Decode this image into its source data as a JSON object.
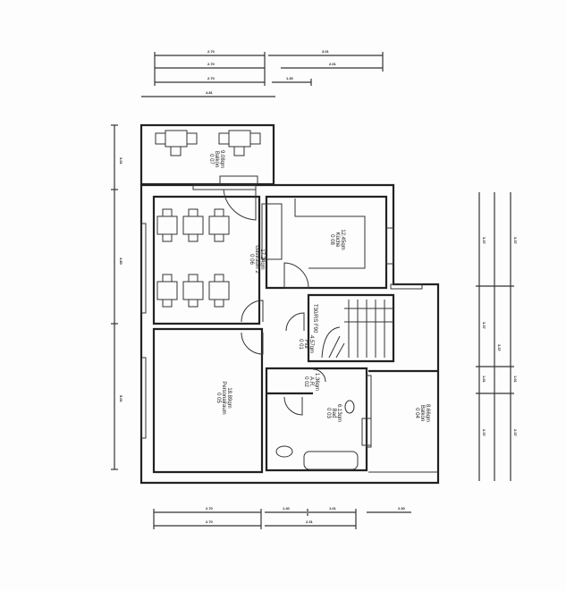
{
  "rooms": [
    {
      "id": "0 07",
      "name": "Balkon",
      "area": "9.08qm"
    },
    {
      "id": "0 06",
      "name": "Gastraum 2",
      "area": "17.24qm"
    },
    {
      "id": "0 08",
      "name": "Küche",
      "area": "12.45qm"
    },
    {
      "id": "0 01",
      "name": "Flur",
      "area": "4.57qm"
    },
    {
      "id": "0 02",
      "name": "A.R.",
      "area": "1.36qm"
    },
    {
      "id": "0 03",
      "name": "Bad",
      "area": "6.13qm"
    },
    {
      "id": "0 04",
      "name": "Balkon",
      "area": "8.66qm"
    },
    {
      "id": "0 05",
      "name": "Personalraum",
      "area": "18.89qm"
    }
  ],
  "door_label": "T30/RS F90",
  "dimensions": {
    "top": [
      "2.70",
      "3.01",
      "2.70",
      "2.01",
      "2.70",
      "1.30",
      "4.81"
    ],
    "bottom": [
      "2.70",
      "1.40",
      "1.01",
      "2.30",
      "2.70",
      "2.31"
    ],
    "left": [
      "3.01",
      "4.80",
      "5.01"
    ],
    "right": [
      "3.37",
      "3.37",
      "3.37",
      "3.37",
      "1.01",
      "1.01",
      "2.37",
      "2.37"
    ]
  }
}
